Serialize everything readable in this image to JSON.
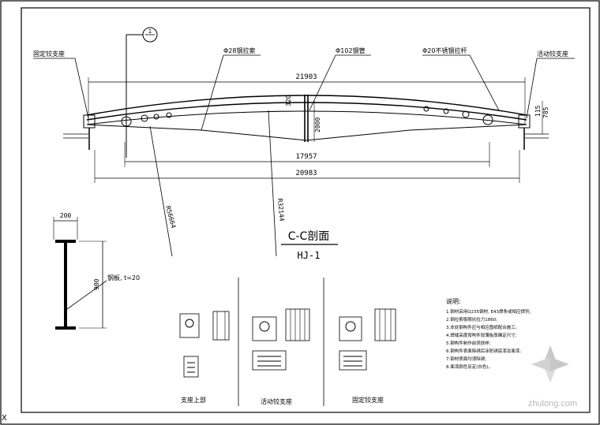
{
  "labels": {
    "fixed_hinge_support": "固定铰支座",
    "steel_cable": "Φ28钢拉索",
    "steel_pipe": "Φ102钢管",
    "stainless_rod": "Φ20不锈钢拉杆",
    "sliding_hinge_support": "活动铰支座",
    "axis_marker": "1"
  },
  "dimensions": {
    "overall_span": "21903",
    "lower_span": "17957",
    "support_span": "20983",
    "depth": "2000",
    "small_top": "320",
    "right_a": "115",
    "right_b": "785",
    "radius_outer": "R56664",
    "radius_inner": "R32144",
    "web_width": "200",
    "web_height": "900"
  },
  "section": {
    "title": "C-C剖面",
    "subtitle": "HJ-1",
    "plate_note": "钢板, t=20"
  },
  "details": {
    "support_top_caption": "支座上部",
    "sliding_caption": "活动铰支座",
    "fixed_caption": "固定铰支座"
  },
  "notes": {
    "heading": "说明:",
    "lines": [
      "1.钢材采用Q235钢材, E43焊条或相应焊剂;",
      "2.钢拉索极限抗拉力1860;",
      "3.本处钢构件应与相应图纸配合施工;",
      "4.焊缝高度按构件较薄板厚确定尺寸;",
      "5.钢构件制作前须放样;",
      "6.钢构件表面除锈后涂防锈底漆及面漆;",
      "7.钢材表面均须除锈;",
      "8.面漆颜色另定(白色)。"
    ]
  },
  "watermark": "zhulong.com",
  "corner_mark": "X"
}
